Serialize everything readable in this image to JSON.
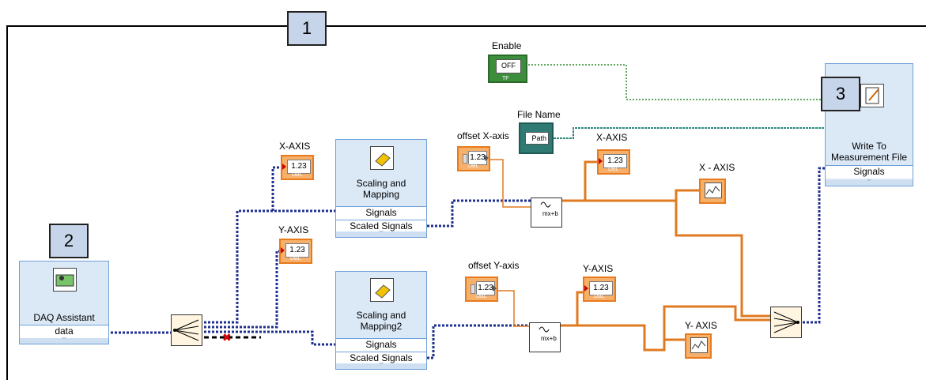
{
  "callouts": {
    "frame": "1",
    "daq": "2",
    "write": "3"
  },
  "labels": {
    "enable": "Enable",
    "file_name": "File Name",
    "offset_x": "offset X-axis",
    "offset_y": "offset  Y-axis",
    "x_axis_top": "X-AXIS",
    "y_axis_top": "Y-AXIS",
    "x_axis_ind": "X-AXIS",
    "y_axis_ind": "Y-AXIS",
    "x_graph": "X - AXIS",
    "y_graph": "Y- AXIS"
  },
  "indicators": {
    "value": "1.23",
    "type": "DBL"
  },
  "controls": {
    "bool_text": "OFF",
    "bool_type": "TF",
    "path_text": "Path"
  },
  "express": {
    "daq": {
      "title": "DAQ Assistant",
      "terminal": "data"
    },
    "scale1": {
      "title": "Scaling and Mapping",
      "in": "Signals",
      "out": "Scaled Signals"
    },
    "scale2": {
      "title": "Scaling and Mapping2",
      "in": "Signals",
      "out": "Scaled Signals"
    },
    "write": {
      "title": "Write To Measurement File",
      "terminal": "Signals"
    }
  },
  "functions": {
    "linear": "mx+b"
  },
  "colors": {
    "dynamic_wire": "#1f2f8f",
    "dbl_wire": "#e07a20",
    "bool_wire": "#2a8a2a",
    "path_wire": "#2f8a80",
    "express_bg": "#dbe8f6",
    "callout_bg": "#c6d5ea"
  }
}
